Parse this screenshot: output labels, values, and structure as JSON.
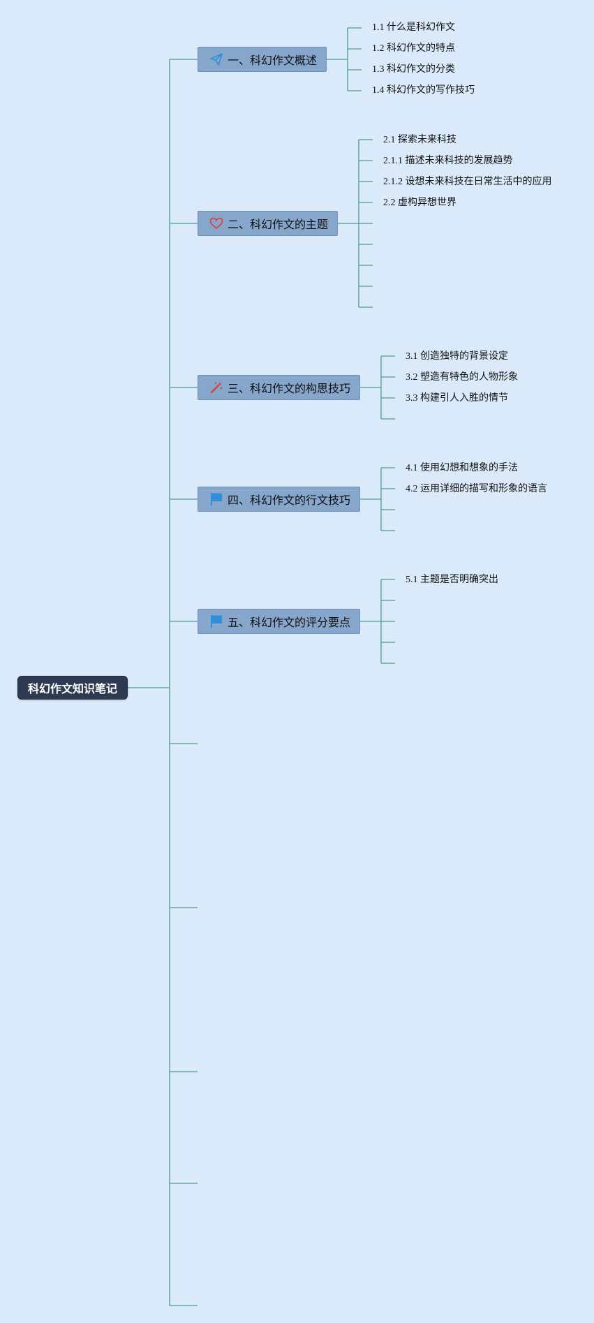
{
  "root": {
    "label": "科幻作文知识笔记"
  },
  "branches": [
    {
      "label": "一、科幻作文概述",
      "icon": "paper-plane-icon",
      "children": [
        "1.1 什么是科幻作文",
        "1.2 科幻作文的特点",
        "1.3 科幻作文的分类",
        "1.4 科幻作文的写作技巧"
      ]
    },
    {
      "label": "二、科幻作文的主题",
      "icon": "heart-icon",
      "children": [
        "2.1 探索未来科技",
        "2.1.1 描述未来科技的发展趋势",
        "2.1.2 设想未来科技在日常生活中的应用",
        "2.2 虚构异想世界"
      ]
    },
    {
      "label": "三、科幻作文的构思技巧",
      "icon": "magic-wand-icon",
      "children": [
        "3.1 创造独特的背景设定",
        "3.2 塑造有特色的人物形象",
        "3.3 构建引人入胜的情节"
      ]
    },
    {
      "label": "四、科幻作文的行文技巧",
      "icon": "flag-icon",
      "children": [
        "4.1 使用幻想和想象的手法",
        "4.2 运用详细的描写和形象的语言"
      ]
    },
    {
      "label": "五、科幻作文的评分要点",
      "icon": "flag-icon",
      "children": [
        "5.1 主题是否明确突出"
      ]
    }
  ],
  "colors": {
    "background": "#dbeafb",
    "connector": "#4e9a8e",
    "root_fill": "#2d3a52",
    "topic_fill": "#87a6cc",
    "icon_blue": "#2f8fd8",
    "icon_red": "#d6433a"
  }
}
